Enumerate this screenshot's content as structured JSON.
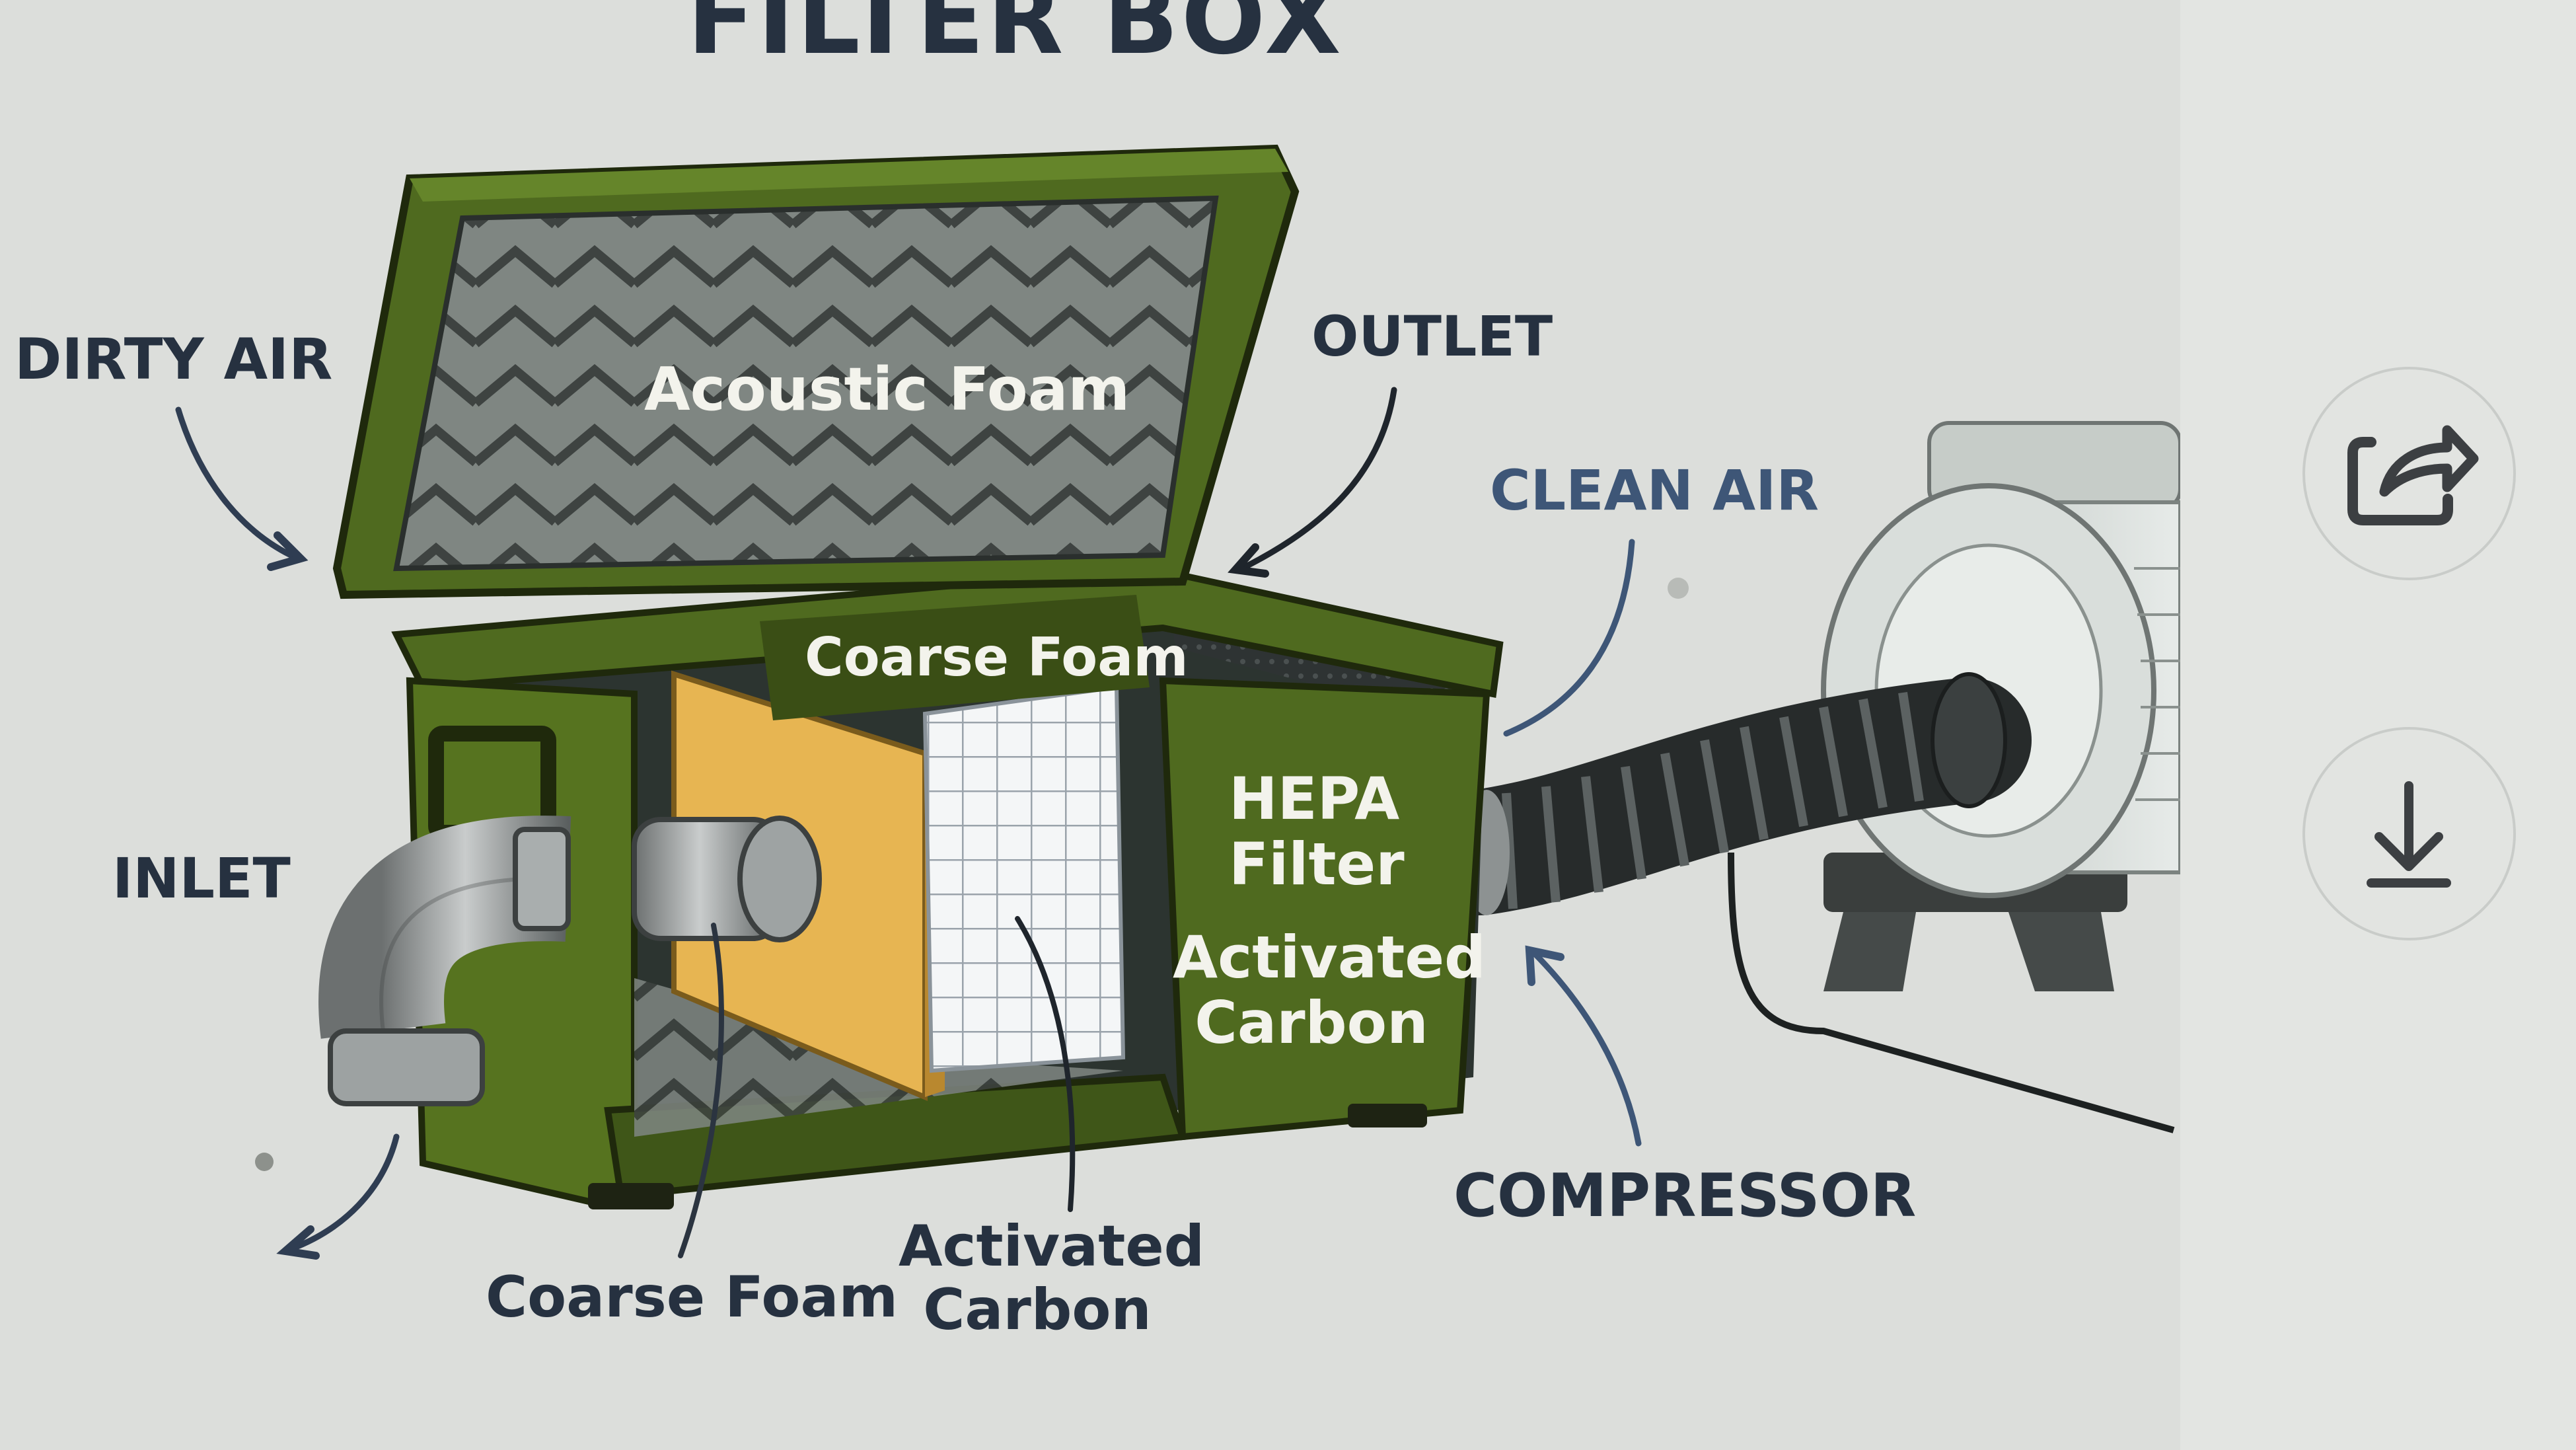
{
  "diagram": {
    "title": "FILTER BOX",
    "labels": {
      "dirty_air": "DIRTY AIR",
      "acoustic_foam": "Acoustic Foam",
      "outlet": "OUTLET",
      "clean_air": "CLEAN AIR",
      "coarse_foam_top": "Coarse Foam",
      "hepa_filter": "HEPA Filter",
      "activated_carbon_side": "Activated Carbon",
      "inlet": "INLET",
      "compressor": "COMPRESSOR",
      "coarse_foam_bottom": "Coarse Foam",
      "activated_carbon_bottom": "Activated Carbon"
    }
  },
  "actions": {
    "share_icon": "share-icon",
    "download_icon": "download-icon"
  },
  "colors": {
    "box_green": "#4f6a1f",
    "box_dark": "#2d3b12",
    "foam_yellow": "#e7b552",
    "label_blue": "#3e5677",
    "label_dark": "#263140"
  }
}
